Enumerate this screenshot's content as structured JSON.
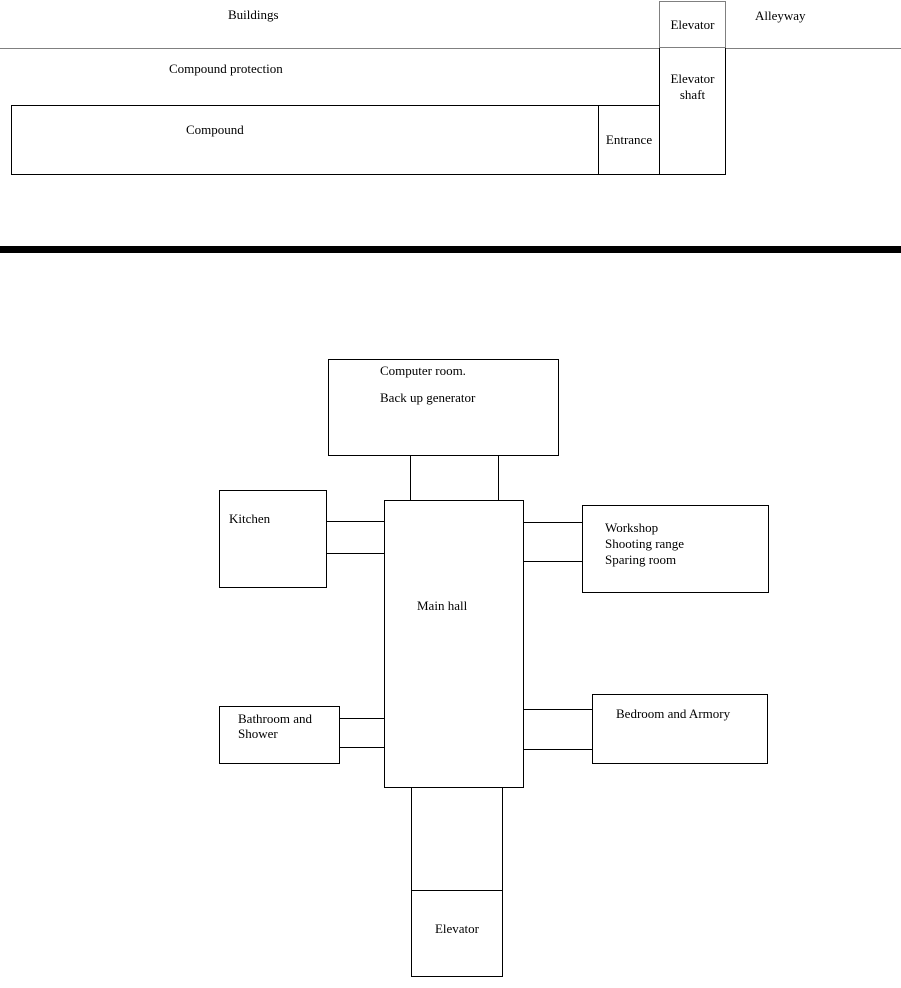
{
  "meta": {
    "description": "Two-level base floor plan diagram: surface compound above a thick ground line, underground base below",
    "background": "#ffffff"
  },
  "colors": {
    "line": "#000000",
    "street_line": "#808080",
    "ground_divider": "#000000",
    "text": "#000000"
  },
  "surface": {
    "buildings_label": "Buildings",
    "alleyway_label": "Alleyway",
    "elevator_label": "Elevator",
    "compound_protection_label": "Compound protection",
    "elevator_shaft_label": "Elevator shaft",
    "compound_label": "Compound",
    "entrance_label": "Entrance"
  },
  "underground": {
    "computer_room_line1": "Computer room.",
    "computer_room_line2": "Back up generator",
    "kitchen_label": "Kitchen",
    "main_hall_label": "Main hall",
    "workshop_line1": "Workshop",
    "workshop_line2": "Shooting range",
    "workshop_line3": "Sparing room",
    "bathroom_label": "Bathroom and Shower",
    "bedroom_label": "Bedroom and Armory",
    "elevator_label": "Elevator"
  }
}
